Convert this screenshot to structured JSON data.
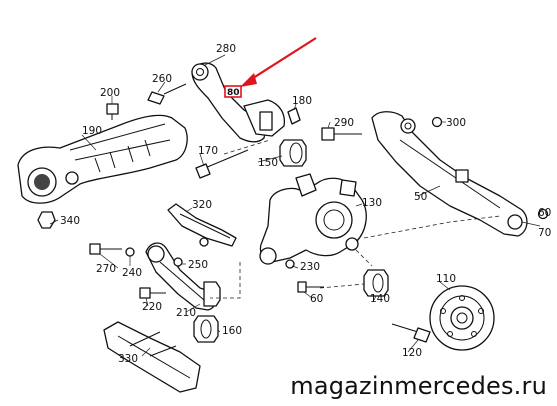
{
  "parts": {
    "p280": "280",
    "p260": "260",
    "p200": "200",
    "p190": "190",
    "p340": "340",
    "p180": "180",
    "p290": "290",
    "p300": "300",
    "p170": "170",
    "p150": "150",
    "p320": "320",
    "p130": "130",
    "p50": "50",
    "p60a": "60",
    "p70": "70",
    "p270": "270",
    "p240": "240",
    "p250": "250",
    "p230": "230",
    "p220": "220",
    "p210": "210",
    "p60b": "60",
    "p140": "140",
    "p110": "110",
    "p160": "160",
    "p330": "330",
    "p120": "120"
  },
  "highlight": {
    "label": "80",
    "color": "#e0141e"
  },
  "watermark": "magazinmercedes.ru"
}
